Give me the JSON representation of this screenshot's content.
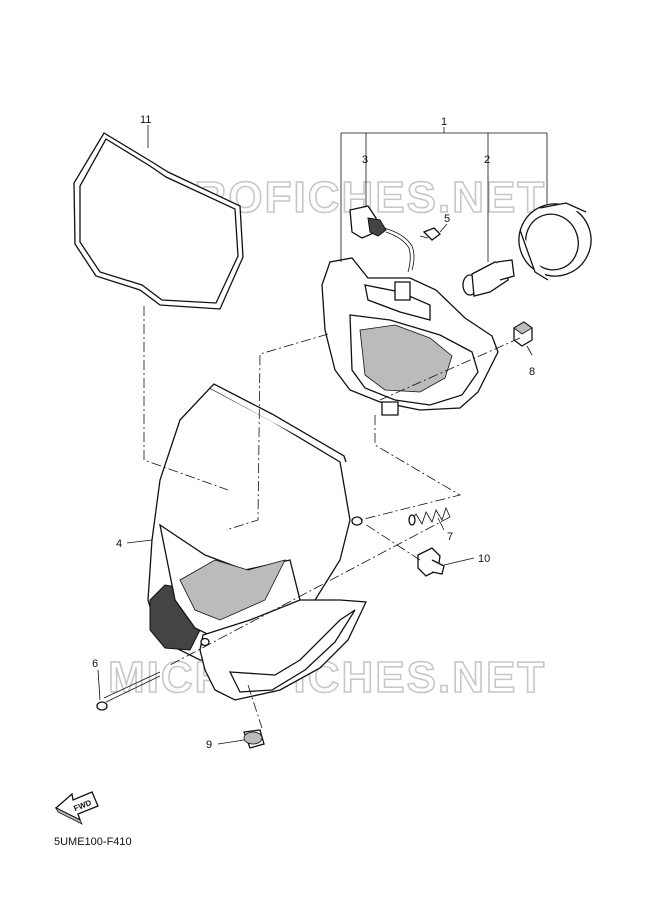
{
  "watermark": "MICROFICHES.NET",
  "diagram_code": "5UME100-F410",
  "fwd_label": "FWD",
  "callouts": {
    "c1": "1",
    "c2": "2",
    "c3": "3",
    "c4": "4",
    "c5": "5",
    "c6": "6",
    "c7": "7",
    "c8": "8",
    "c9": "9",
    "c10": "10",
    "c11": "11"
  }
}
